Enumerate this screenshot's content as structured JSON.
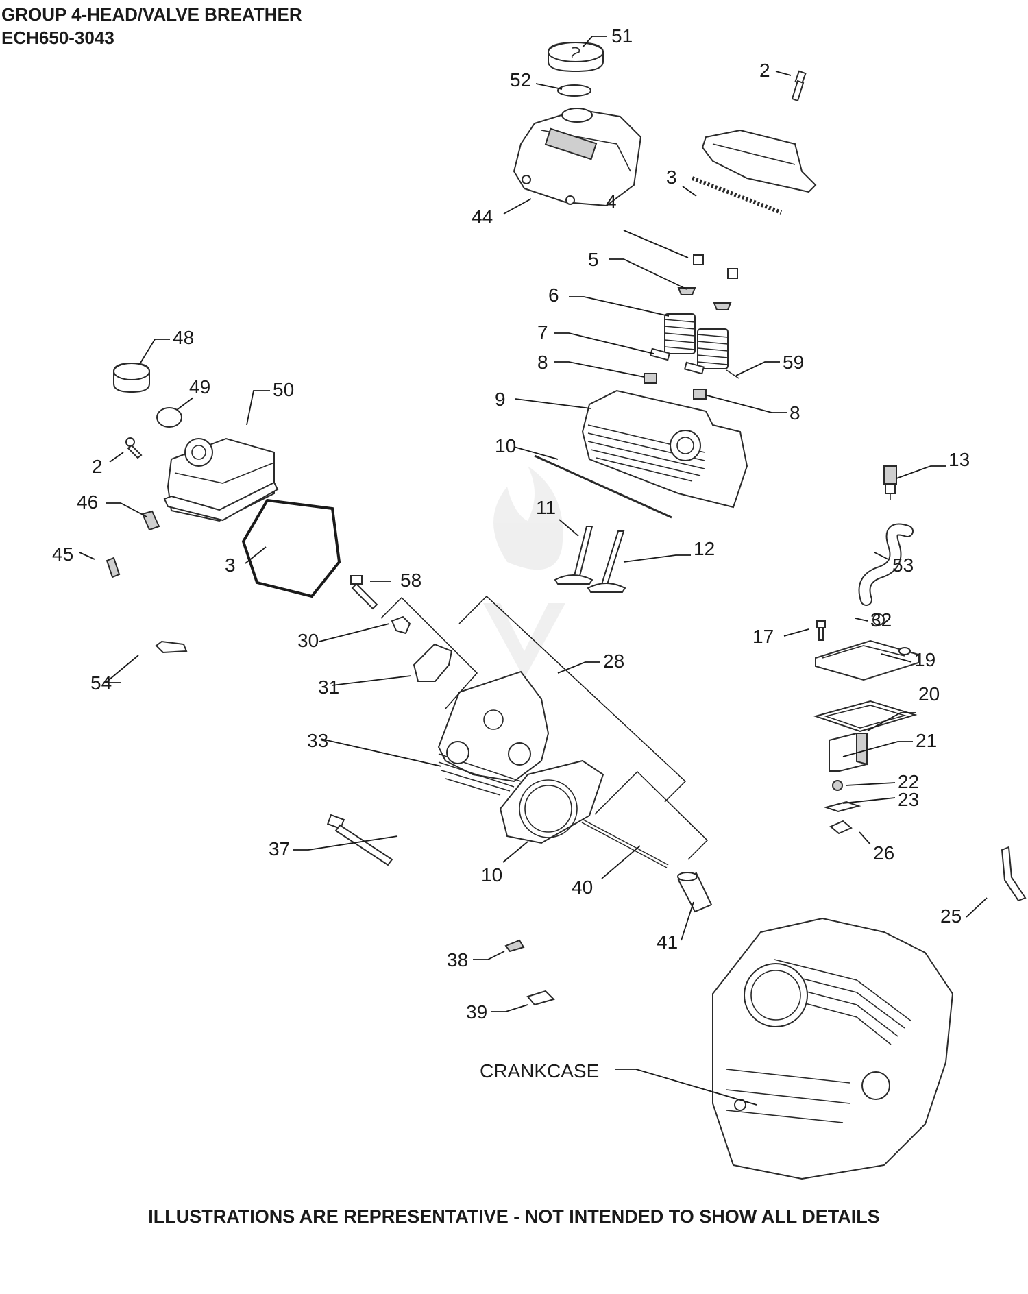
{
  "title": "GROUP 4-HEAD/VALVE BREATHER",
  "subtitle": "ECH650-3043",
  "footer": "ILLUSTRATIONS ARE REPRESENTATIVE - NOT INTENDED TO SHOW ALL DETAILS",
  "callouts": {
    "c51": "51",
    "c52": "52",
    "c2a": "2",
    "c3a": "3",
    "c44": "44",
    "c4": "4",
    "c5": "5",
    "c6": "6",
    "c7": "7",
    "c8a": "8",
    "c59": "59",
    "c9": "9",
    "c8b": "8",
    "c10a": "10",
    "c13": "13",
    "c11": "11",
    "c12": "12",
    "c48": "48",
    "c49": "49",
    "c50": "50",
    "c2b": "2",
    "c46": "46",
    "c45": "45",
    "c3b": "3",
    "c53": "53",
    "c58": "58",
    "c32": "32",
    "c17": "17",
    "c19": "19",
    "c30": "30",
    "c28": "28",
    "c54": "54",
    "c31": "31",
    "c20": "20",
    "c33": "33",
    "c21": "21",
    "c22": "22",
    "c23": "23",
    "c37": "37",
    "c26": "26",
    "c10b": "10",
    "c40": "40",
    "c25": "25",
    "c41": "41",
    "c38": "38",
    "c39": "39",
    "crankcase": "CRANKCASE"
  }
}
